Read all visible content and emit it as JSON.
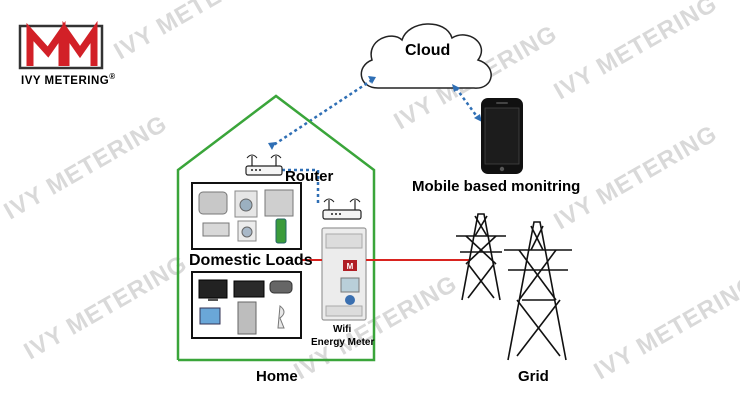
{
  "logo": {
    "text": "IVY METERING",
    "registered": "®",
    "mark": "M"
  },
  "watermark": {
    "text": "IVY METERING"
  },
  "labels": {
    "cloud": "Cloud",
    "router": "Router",
    "mobile": "Mobile based monitring",
    "domestic_loads": "Domestic Loads",
    "meter_line1": "Wifi",
    "meter_line2": "Energy Meter",
    "home": "Home",
    "grid": "Grid"
  },
  "colors": {
    "house_outline": "#3aa53a",
    "power_line": "#d9231f",
    "wireless_link": "#2f6fb5",
    "logo_red": "#d22027"
  }
}
